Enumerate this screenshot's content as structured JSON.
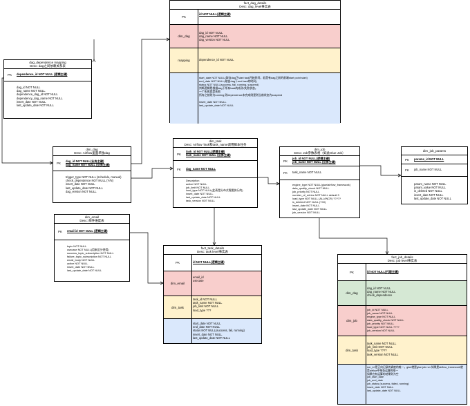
{
  "tables": {
    "fact_dag_details": {
      "title": "fact_dag_details",
      "desc": "Desc: dag_level事实表",
      "pk": "PK",
      "pk_field": "id NOT NULL(逻辑主键)",
      "dim_dag_label": "dim_dag",
      "dim_dag_fields": "dag_id NOT NULL\ndag_name NOT NULL\ndag_version NOT NULL",
      "mapping_label": "mapping",
      "mapping_fields": "dependence_id NOT NULL",
      "metric_fields": "start_date NOT NULL(取自dag下start task开始时间，若是有dag之前的前端start point start)\nend_date NOT NULL(取自dag下end task的时间)\nstatus NOT NULL(success, fail, running, suspend)\n判断逻辑是根据dag下所有task的成功/失败状态。\n一个失败就是失败\n所有之前则为running,则dependence未完成则是则当前状态为suspend\n\ninsert_date NOT NULL\nlast_update_date NOT NULL"
    },
    "dag_dependence_mapping": {
      "title": "dag_dependence mapping",
      "desc": "Desc: dag之间依赖关系表",
      "pk": "PK",
      "pk_field": "dependence_id NOT NULL (逻辑主键)",
      "fields": "dag_id NOT NULL\ndag_name NOT NULL\ndependence_dag_id NOT NULL\ndependency_dag_name NOT NULL\ninsert_date NOT NULL\nlast_update_date NOT NULL"
    },
    "dim_dag": {
      "title": "dim_dag",
      "desc": "Desc: Airflow里面单独dag",
      "pk": "PK",
      "pk_fields": "dag_id NOT NULL(业务主键)\ndag_name NOT NULL (业务主键)",
      "fields": "trigger_type NOT NULL (schedule, manual)\ncheck_dependence NOT NULL (Y/N)\ninsert_date NOT NULL\nlast_update_date NOT NULL\ndag_version NOT NULL"
    },
    "dim_task": {
      "title": "dim_task",
      "desc": "Desc: Airflow Task和task_name调用脚本任务",
      "pk": "PK",
      "pk_fields": "task_id NOT NULL(逻辑主键)\ntask_name NOT NULL (业务主键)",
      "fk": "FK",
      "fk_field": "dag_name NOT NULL",
      "fields": "Description\nactive NOT NULL\njob_limit NOT NULL\nload_type NOT NULL(此表是分布式需要执行的)\ninsert_date NOT NULL\nlast_update_date NOT NULL\ntask_version NOT NULL"
    },
    "dim_job": {
      "title": "dim_job",
      "desc": "Desc: Job参数表格（如此Glue Job）",
      "pk": "PK",
      "pk_fields": "job_id NOT NULL(逻辑主键)\njob_name NOT NULL (业务主键)",
      "fk": "FK",
      "fk_field": "task_name NOT NULL",
      "fields": "engine_type NOT NULL(glue/airflow_framework)\ndata_quality_check NOT NULL\njob_priority NOT NULL\nnumber_of_retries NOT NULL default 3\nload_type NOT NULL (ALL/INCR) ?????\nis_deleted NOT NULL (Y/N)\ninsert_date NOT NULL\nlast_update_date NOT NULL\njob_version NOT NULL"
    },
    "dim_job_params": {
      "title": "dim_job_params",
      "pk": "PK",
      "pk_field": "params_id NOT NULL",
      "fk": "FK",
      "fk_field": "job_name NOT NULL",
      "fields": "param_name NOT NULL\nparam_value NOT NULL\nis_deleted NOT NULL\ninsert_date NOT NULL\nlast_update_date NOT NULL"
    },
    "dim_email": {
      "title": "dim_email",
      "desc": "Desc: 邮件维度表",
      "pk": "PK",
      "pk_field": "email id NOT NULL (逻辑主键)",
      "fields": "topic NOT NULL\nusecase NOT NULL(用来区分使用)\nsuccess_topic_subscription NOT NULL\nfailure_topic_subscription NOT NULL\nemail_body NOT NULL\nactive NOT NULL\ninsert_date NOT NULL\nlast_update_date NOT NULL"
    },
    "fact_task_details": {
      "title": "fact_task_details",
      "desc": "Desc: task level事实表",
      "pk": "PK",
      "pk_field": "id NOT NULL(逻辑主键)",
      "dim_email_label": "dim_email",
      "dim_email_fields": "email_id\nusecase",
      "dim_task_label": "dim_task",
      "dim_task_fields": "task_id NOT NULL\ntask_name NOT NULL\njob_limit NOT NULL\nload_type ???",
      "metric_fields": "start_date NOT NULL\nend_date NOT NULL\nstatus NOT NULL(success, fail, running)\ninsert_date NOT NULL\nlast_update_date NOT NULL"
    },
    "fact_job_details": {
      "title": "fact_job_details",
      "desc": "Desc: job level事实表",
      "pk": "PK",
      "pk_field": "id NOT NULL(代理主键)",
      "dim_dag_label": "dim_dag",
      "dim_dag_fields": "dag_id NOT NULL\ndag_name NOT NULL\ncheck_dependence",
      "dim_job_label": "dim_job",
      "dim_job_fields": "job_id NOT NULL\njob_name NOT NULL\nengine_type NOT NULL\ndata_quality_check NOT NULL\njob_priority NOT NULL\nload_type NOT NULL ????\njob_version NOT NULL",
      "dim_task_label": "dim_task",
      "dim_task_fields": "task_name NOT NULL\njob_limit NOT NULL\nload_type ????\ntask_version NOT NULL",
      "metric_fields": "run_id 是正向记录的调度的唯一，glue就是glue job run 如果是airflow_framework就是airflow中每条运算的唯一\n如果在有运算的结果则为空\njob_start_date\njob_end_date\njob_status (success, failed, running)\ninsert_date NOT NULL\nlast_update_date NOT NULL"
    }
  },
  "colors": {
    "pink": "#f8cecc",
    "yellow": "#fff2cc",
    "blue": "#dae8fc",
    "green": "#d5e8d4",
    "border": "#000000"
  }
}
